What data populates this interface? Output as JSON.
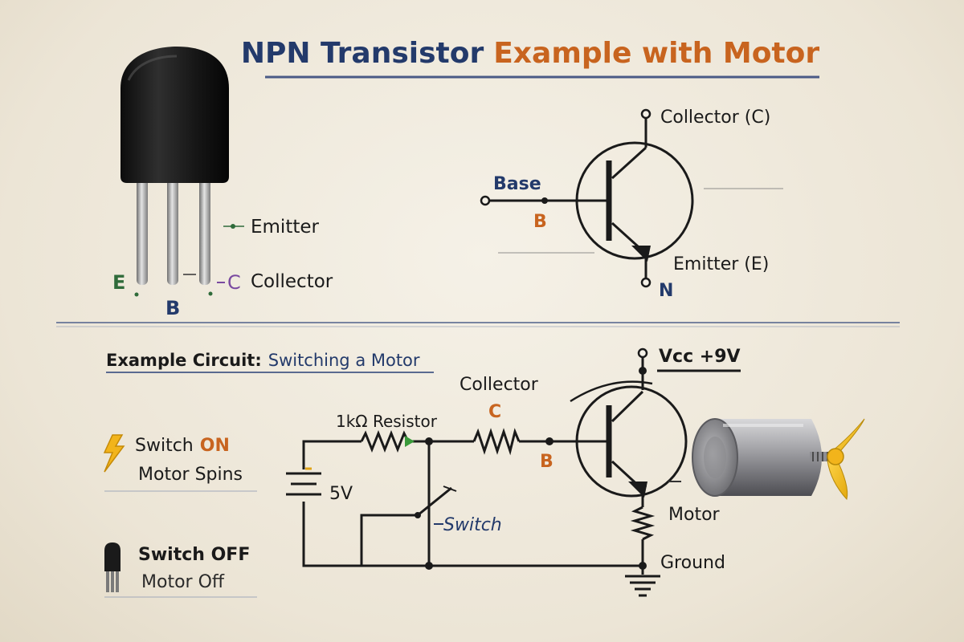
{
  "colors": {
    "navy": "#233a6b",
    "orange": "#c8641f",
    "green": "#2f6b3a",
    "purple": "#7a4aa0",
    "ink": "#1a1a1a",
    "yellow": "#f2b41b"
  },
  "title": {
    "part1": "NPN Transistor",
    "part2": "Example with Motor"
  },
  "package": {
    "pins": {
      "e": "E",
      "b": "B",
      "c": "C"
    },
    "labels": {
      "emitter": "Emitter",
      "collector": "Collector"
    }
  },
  "symbol": {
    "collector": "Collector (C)",
    "base": "Base",
    "base_letter": "B",
    "emitter": "Emitter (E)",
    "n_letter": "N"
  },
  "circuit": {
    "heading_part1": "Example Circuit:",
    "heading_part2": "Switching a Motor",
    "vcc": "Vcc +9V",
    "collector": "Collector",
    "collector_letter": "C",
    "resistor": "1kΩ Resistor",
    "base_letter": "B",
    "battery": "5V",
    "switch": "Switch",
    "motor": "Motor",
    "ground": "Ground"
  },
  "legend": {
    "on_title_part1": "Switch",
    "on_title_part2": "ON",
    "on_sub": "Motor Spins",
    "off_title": "Switch OFF",
    "off_sub": "Motor Off",
    "on_icon": "lightning-icon",
    "off_icon": "transistor-icon"
  }
}
